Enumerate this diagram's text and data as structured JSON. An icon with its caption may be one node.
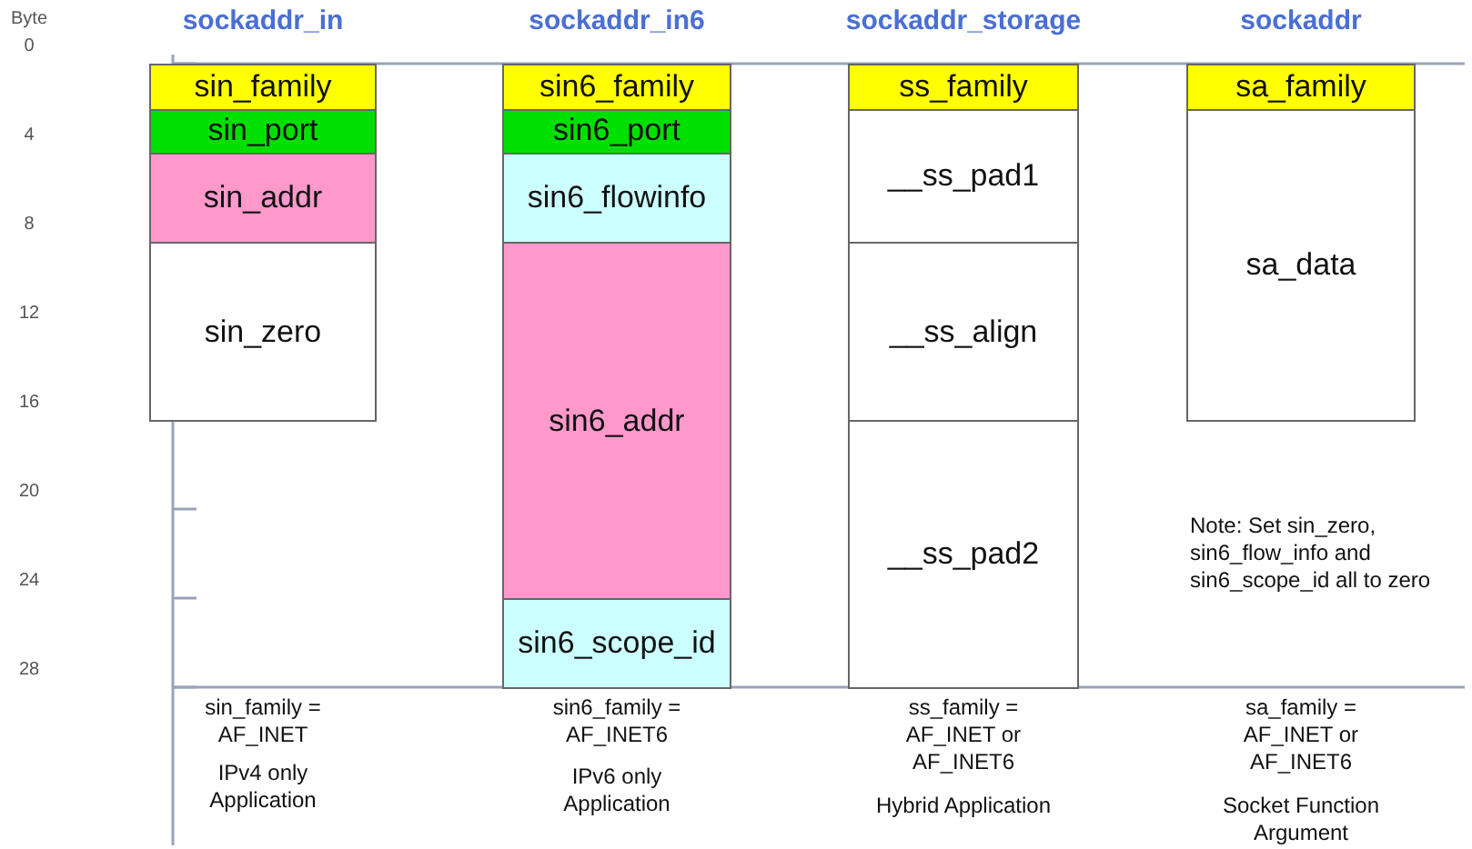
{
  "diagram": {
    "nodes": [
      {
        "text": [
          "sin_family"
        ]
      },
      {
        "text": [
          "sin_port"
        ]
      },
      {
        "text": [
          "sin_addr"
        ]
      },
      {
        "text": [
          "sin_zero"
        ]
      },
      {
        "text": [
          "sin6_family"
        ]
      },
      {
        "text": [
          "sin6_port"
        ]
      },
      {
        "text": [
          "sin6_flowinfo"
        ]
      },
      {
        "text": [
          "sin6_addr"
        ]
      },
      {
        "text": [
          "sin6_scope_id"
        ]
      },
      {
        "text": [
          "ss_family"
        ]
      },
      {
        "text": [
          "__ss_pad1"
        ]
      },
      {
        "text": [
          "__ss_align"
        ]
      },
      {
        "text": [
          "__ss_pad2"
        ]
      },
      {
        "text": [
          "sa_family"
        ]
      },
      {
        "text": [
          "sa_data"
        ]
      }
    ],
    "labels": [
      "Byte",
      "sockaddr_in",
      "sockaddr_in6",
      "sockaddr_storage",
      "sockaddr",
      "0",
      "4",
      "8",
      "12",
      "16",
      "20",
      "24",
      "28",
      "Note: Set sin_zero, sin6_flow_info and sin6_scope_id all to zero",
      "sin_family = AF_INET",
      "sin6_family = AF_INET6",
      "ss_family = AF_INET or AF_INET6",
      "sa_family = AF_INET or AF_INET6",
      "IPv4 only Application",
      "IPv6 only Application",
      "Hybrid Application",
      "Socket Function Argument"
    ]
  }
}
